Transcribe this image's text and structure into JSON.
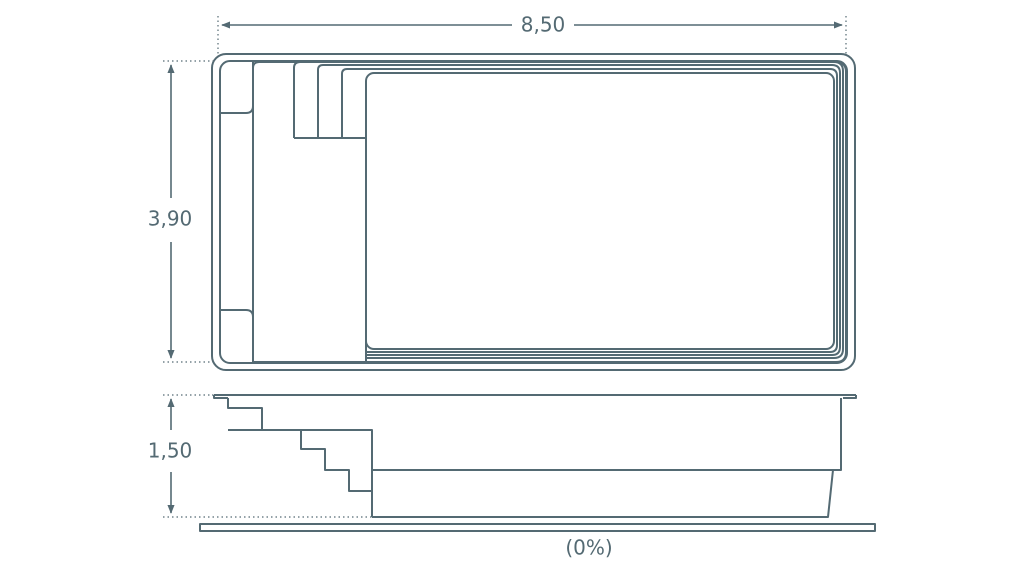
{
  "colors": {
    "line": "#546a73",
    "text": "#546a73"
  },
  "dimensions": {
    "length": "8,50",
    "width": "3,90",
    "depth": "1,50",
    "slope": "(0%)"
  }
}
